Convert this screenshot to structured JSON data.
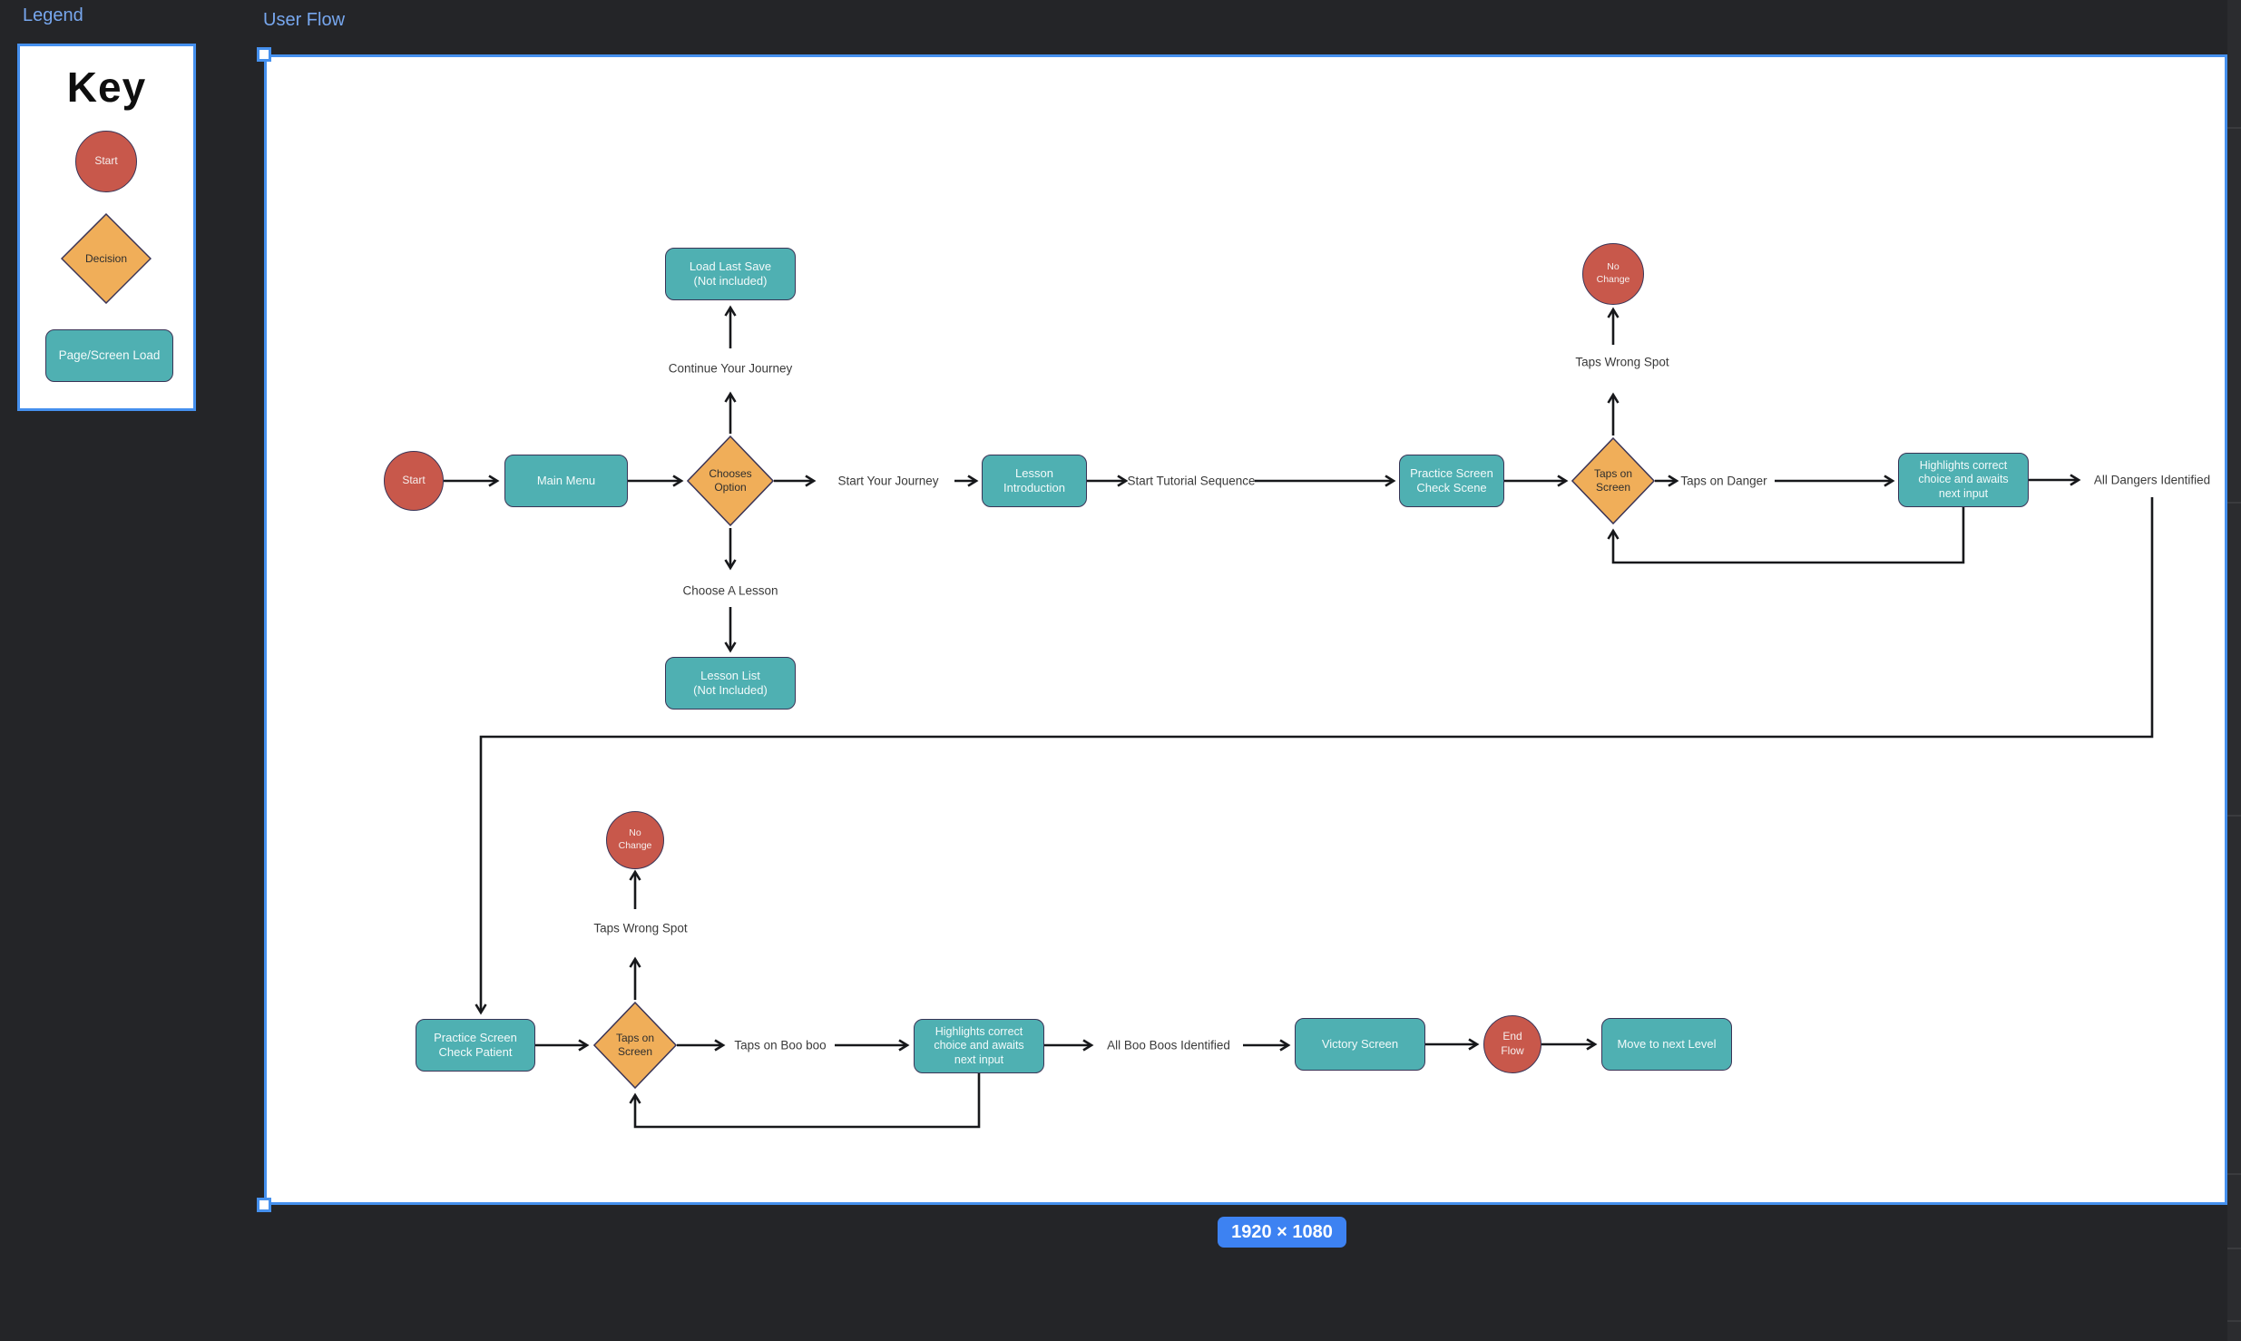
{
  "app": {
    "size_badge": "1920 × 1080"
  },
  "colors": {
    "canvas_background": "#242528",
    "frame_background": "#ffffff",
    "selection_blue": "#4590ee",
    "frame_label_blue": "#77a7ee",
    "badge_blue": "#3d82f2",
    "node_teal": "#4fb0b2",
    "node_red": "#c8584b",
    "node_orange": "#f0ae59",
    "shape_border": "#3a3456",
    "connector_black": "#17181b"
  },
  "legend": {
    "frame_label": "Legend",
    "title": "Key",
    "items": [
      {
        "shape": "circle",
        "label": "Start"
      },
      {
        "shape": "diamond",
        "label": "Decision"
      },
      {
        "shape": "rounded-rect",
        "label": "Page/Screen Load"
      }
    ]
  },
  "user_flow": {
    "frame_label": "User Flow",
    "nodes": {
      "start": "Start",
      "main_menu": "Main Menu",
      "chooses_option": "Chooses\nOption",
      "load_last_save": "Load Last Save\n(Not included)",
      "lesson_list": "Lesson List\n(Not Included)",
      "lesson_introduction": "Lesson\nIntroduction",
      "practice_screen_check_scene": "Practice Screen\nCheck Scene",
      "taps_on_screen_1": "Taps on\nScreen",
      "no_change_1": "No\nChange",
      "highlights_1": "Highlights correct\nchoice and awaits\nnext input",
      "practice_screen_check_patient": "Practice Screen\nCheck Patient",
      "taps_on_screen_2": "Taps on\nScreen",
      "no_change_2": "No\nChange",
      "highlights_2": "Highlights correct\nchoice and awaits\nnext input",
      "victory_screen": "Victory Screen",
      "end_flow": "End\nFlow",
      "move_to_next_level": "Move to next Level"
    },
    "edge_labels": {
      "continue_your_journey": "Continue Your Journey",
      "choose_a_lesson": "Choose A Lesson",
      "start_your_journey": "Start Your Journey",
      "start_tutorial_sequence": "Start Tutorial Sequence",
      "taps_wrong_spot_1": "Taps Wrong Spot",
      "taps_on_danger": "Taps on Danger",
      "all_dangers_identified": "All Dangers Identified",
      "taps_wrong_spot_2": "Taps Wrong Spot",
      "taps_on_boo_boo": "Taps on Boo boo",
      "all_boo_boos_identified": "All Boo Boos Identified"
    }
  }
}
